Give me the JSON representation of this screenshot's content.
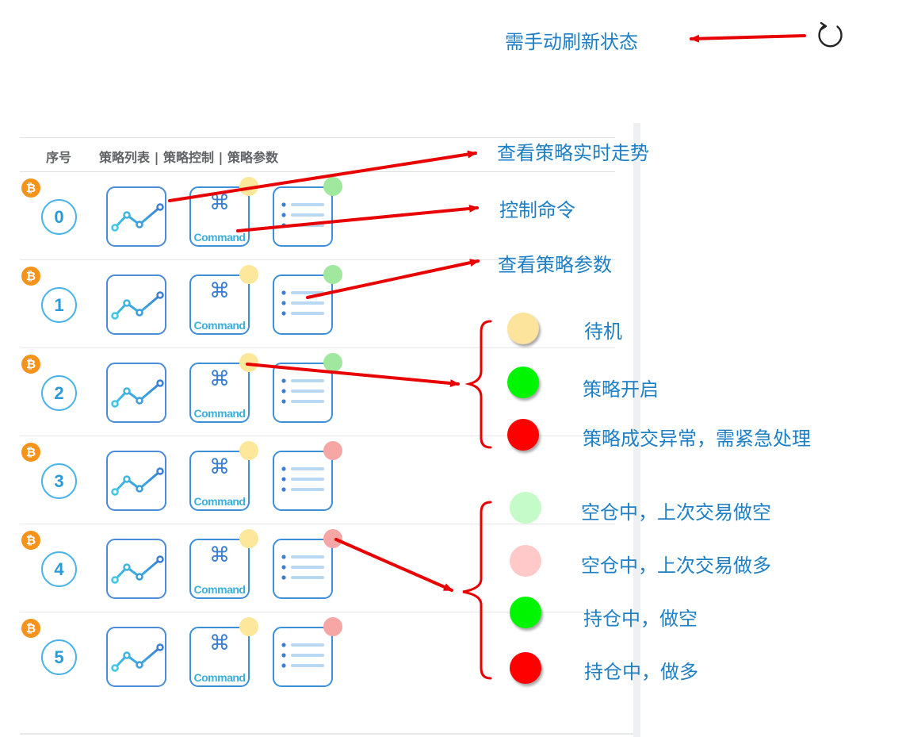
{
  "refresh_note": "需手动刷新状态",
  "header": {
    "index_label": "序号",
    "columns_label": "策略列表 | 策略控制 | 策略参数"
  },
  "rows": [
    {
      "index": "0",
      "coin": "₿",
      "cmd_glyph": "⌘",
      "cmd_label": "Command",
      "dot_command": "yellow",
      "dot_param": "green"
    },
    {
      "index": "1",
      "coin": "₿",
      "cmd_glyph": "⌘",
      "cmd_label": "Command",
      "dot_command": "yellow",
      "dot_param": "green"
    },
    {
      "index": "2",
      "coin": "₿",
      "cmd_glyph": "⌘",
      "cmd_label": "Command",
      "dot_command": "yellow",
      "dot_param": "green"
    },
    {
      "index": "3",
      "coin": "₿",
      "cmd_glyph": "⌘",
      "cmd_label": "Command",
      "dot_command": "yellow",
      "dot_param": "pink"
    },
    {
      "index": "4",
      "coin": "₿",
      "cmd_glyph": "⌘",
      "cmd_label": "Command",
      "dot_command": "yellow",
      "dot_param": "pink"
    },
    {
      "index": "5",
      "coin": "₿",
      "cmd_glyph": "⌘",
      "cmd_label": "Command",
      "dot_command": "yellow",
      "dot_param": "pink"
    }
  ],
  "annotations": {
    "view_trend": "查看策略实时走势",
    "control_command": "控制命令",
    "view_params": "查看策略参数"
  },
  "legend_command": [
    {
      "color": "#fce49c",
      "label": "待机"
    },
    {
      "color": "#00f500",
      "label": "策略开启"
    },
    {
      "color": "#ff0000",
      "label": "策略成交异常，需紧急处理"
    }
  ],
  "legend_position": [
    {
      "color": "#c4fbc8",
      "label": "空仓中，上次交易做空"
    },
    {
      "color": "#ffc9ca",
      "label": "空仓中，上次交易做多"
    },
    {
      "color": "#00f500",
      "label": "持仓中，做空"
    },
    {
      "color": "#ff0000",
      "label": "持仓中，做多"
    }
  ],
  "colors": {
    "accent_blue": "#1e7fc4",
    "arrow_red": "#e80000",
    "coin_orange": "#f7931a"
  }
}
